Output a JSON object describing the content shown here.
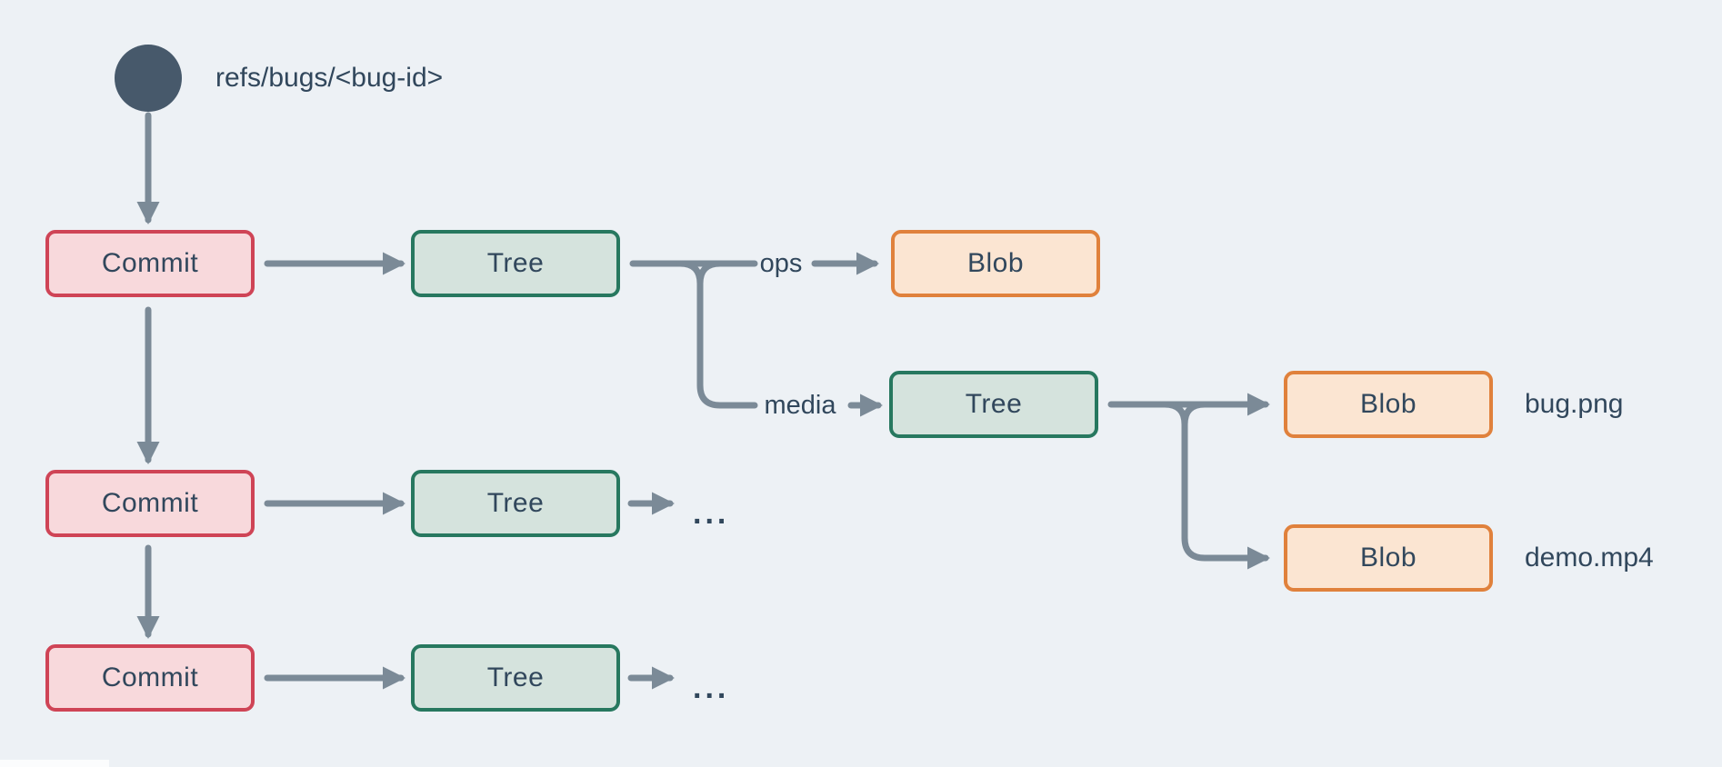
{
  "colors": {
    "background": "#edf1f5",
    "arrow": "#7b8a97",
    "text": "#31475c",
    "ref_circle": "#47596b",
    "commit_fill": "#f8d9dc",
    "commit_border": "#cf4456",
    "tree_fill": "#d5e3dd",
    "tree_border": "#27785f",
    "blob_fill": "#fbe5d2",
    "blob_border": "#e0813c"
  },
  "ref": {
    "label": "refs/bugs/<bug-id>"
  },
  "rows": [
    {
      "commit": "Commit",
      "tree": "Tree"
    },
    {
      "commit": "Commit",
      "tree": "Tree",
      "more": "..."
    },
    {
      "commit": "Commit",
      "tree": "Tree",
      "more": "..."
    }
  ],
  "tree1_children": [
    {
      "edge": "ops",
      "node": "Blob"
    },
    {
      "edge": "media",
      "node": "Tree"
    }
  ],
  "media_tree_children": [
    {
      "node": "Blob",
      "file": "bug.png"
    },
    {
      "node": "Blob",
      "file": "demo.mp4"
    }
  ]
}
